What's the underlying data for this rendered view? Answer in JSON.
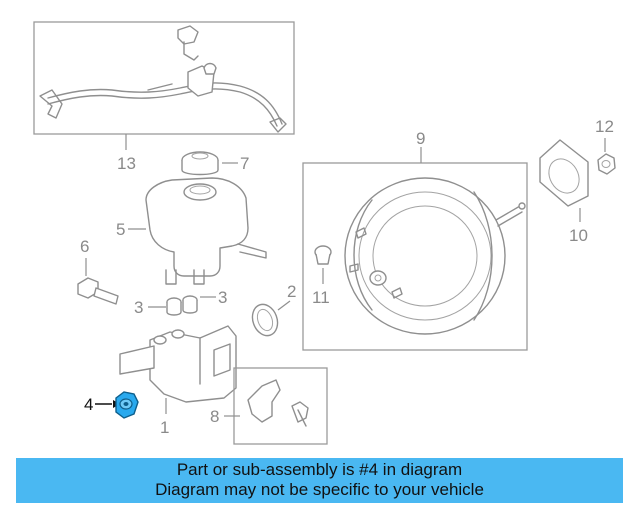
{
  "callouts": {
    "c1": "1",
    "c2": "2",
    "c3a": "3",
    "c3b": "3",
    "c4": "4",
    "c5": "5",
    "c6": "6",
    "c7": "7",
    "c8": "8",
    "c9": "9",
    "c10": "10",
    "c11": "11",
    "c12": "12",
    "c13": "13"
  },
  "highlight": {
    "part_number": "4",
    "color": "#29a9ee"
  },
  "banner": {
    "line1": "Part or sub-assembly is #4 in diagram",
    "line2": "Diagram may not be specific to your vehicle",
    "background": "#4ab8f2"
  }
}
